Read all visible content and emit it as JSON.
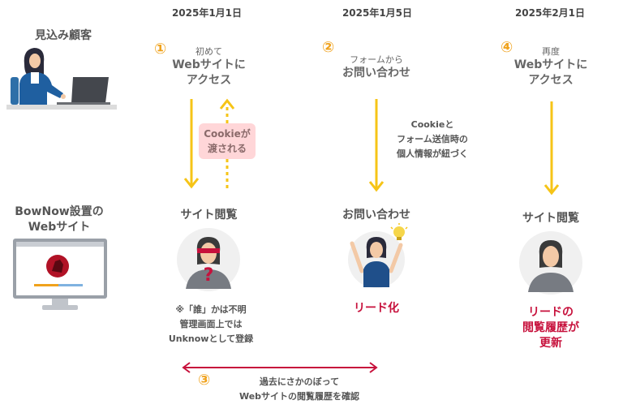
{
  "dates": {
    "col1": "2025年1月1日",
    "col2": "2025年1月5日",
    "col3": "2025年2月1日"
  },
  "left": {
    "prospect_label": "見込み顧客",
    "website_label_1": "BowNow設置の",
    "website_label_2": "Webサイト"
  },
  "steps": {
    "s1": {
      "num": "①",
      "small": "初めて",
      "big1": "Webサイトに",
      "big2": "アクセス"
    },
    "s2": {
      "num": "②",
      "small": "フォームから",
      "big1": "お問い合わせ"
    },
    "s3": {
      "num": "③",
      "line1": "過去にさかのぼって",
      "line2": "Webサイトの閲覧履歴を確認"
    },
    "s4": {
      "num": "④",
      "small": "再度",
      "big1": "Webサイトに",
      "big2": "アクセス"
    }
  },
  "cookie_badge": {
    "line1": "Cookieが",
    "line2": "渡される"
  },
  "cookie_note": {
    "line1": "Cookieと",
    "line2": "フォーム送信時の",
    "line3": "個人情報が紐づく"
  },
  "bottom": {
    "c1_title": "サイト閲覧",
    "c1_note1": "※「誰」かは不明",
    "c1_note2": "管理画面上では",
    "c1_note3": "Unknowとして登録",
    "c2_title": "お問い合わせ",
    "c2_result": "リード化",
    "c3_title": "サイト閲覧",
    "c3_result1": "リードの",
    "c3_result2": "閲覧履歴が",
    "c3_result3": "更新"
  },
  "colors": {
    "accent_orange": "#f0a21c",
    "arrow_yellow": "#f6c417",
    "lead_red": "#c7113c",
    "cookie_pink": "#ffd6d8"
  },
  "icons": [
    "person-at-laptop-icon",
    "website-monitor-icon",
    "unknown-person-icon",
    "excited-person-icon",
    "person-icon"
  ]
}
